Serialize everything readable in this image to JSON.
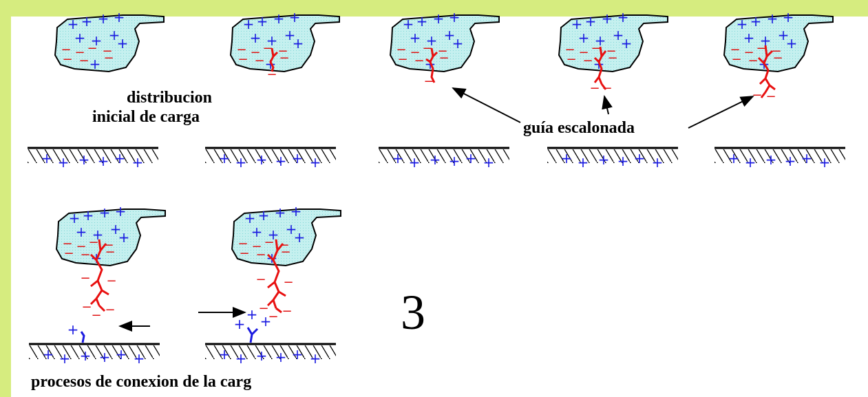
{
  "labels": {
    "initial_distribution": [
      "distribucion",
      "inicial de carga"
    ],
    "stepped_leader": "guía escalonada",
    "connection": "procesos de conexion de la carg"
  },
  "slide_number": "3",
  "charges": {
    "positive": "+",
    "negative": "−"
  },
  "colors": {
    "background": "#d6ec7f",
    "cloud_fill": "#c5f0ef",
    "cloud_outline": "#000000",
    "positive_charge": "#1a1ae0",
    "negative_charge": "#e01010",
    "leader": "#e81010",
    "upward_streamer": "#1a1ae0",
    "ground_hatch": "#000000"
  },
  "panels": [
    {
      "stage": "initial-distribution",
      "leader_depth": 0,
      "upward_streamer": false
    },
    {
      "stage": "stepped-leader-1",
      "leader_depth": 1,
      "upward_streamer": false
    },
    {
      "stage": "stepped-leader-2",
      "leader_depth": 2,
      "upward_streamer": false
    },
    {
      "stage": "stepped-leader-3",
      "leader_depth": 3,
      "upward_streamer": false
    },
    {
      "stage": "stepped-leader-4",
      "leader_depth": 4,
      "upward_streamer": false
    },
    {
      "stage": "connection-1",
      "leader_depth": 5,
      "upward_streamer": true
    },
    {
      "stage": "connection-2",
      "leader_depth": 6,
      "upward_streamer": true
    }
  ]
}
